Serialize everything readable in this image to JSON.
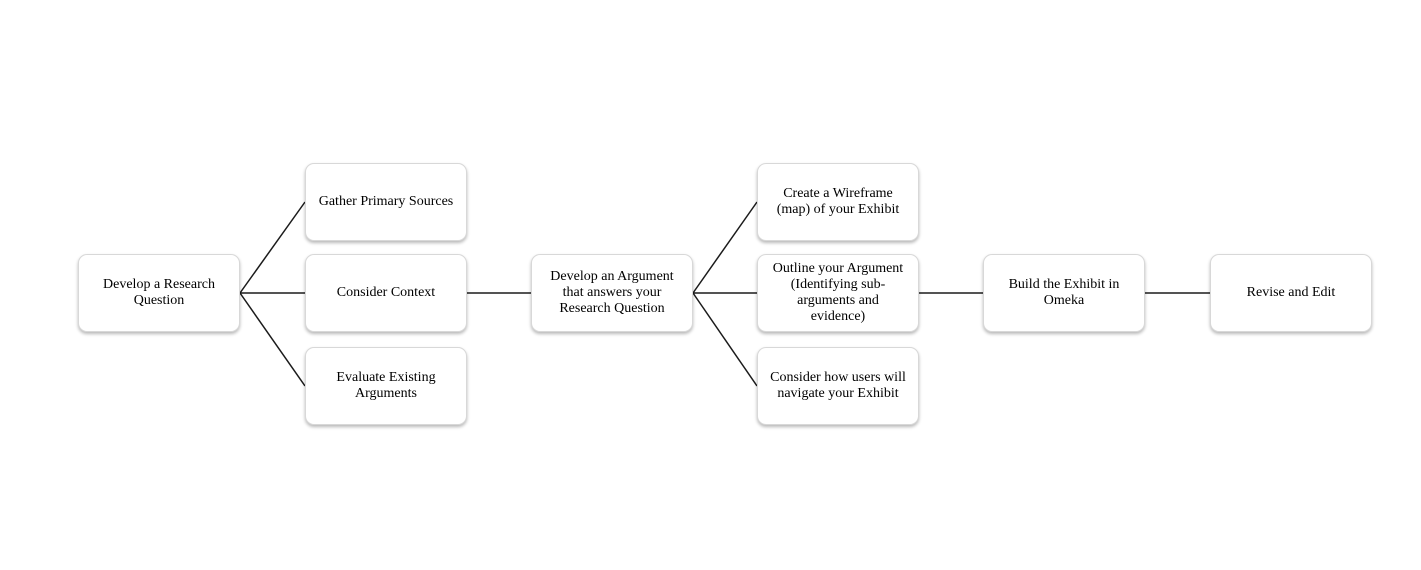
{
  "diagram": {
    "nodes": [
      {
        "id": "develop-research-question",
        "label": "Develop a Research\nQuestion"
      },
      {
        "id": "gather-primary-sources",
        "label": "Gather Primary Sources"
      },
      {
        "id": "consider-context",
        "label": "Consider Context"
      },
      {
        "id": "evaluate-existing-arguments",
        "label": "Evaluate Existing\nArguments"
      },
      {
        "id": "develop-argument",
        "label": "Develop an Argument\nthat answers your\nResearch Question"
      },
      {
        "id": "create-wireframe",
        "label": "Create a Wireframe\n(map) of your Exhibit"
      },
      {
        "id": "outline-argument",
        "label": "Outline your Argument\n(Identifying sub-\narguments and\nevidence)"
      },
      {
        "id": "consider-user-navigation",
        "label": "Consider how users will\nnavigate your Exhibit"
      },
      {
        "id": "build-exhibit-omeka",
        "label": "Build the Exhibit in\nOmeka"
      },
      {
        "id": "revise-and-edit",
        "label": "Revise and Edit"
      }
    ],
    "edges": [
      {
        "from": "develop-research-question",
        "to": "gather-primary-sources"
      },
      {
        "from": "develop-research-question",
        "to": "consider-context"
      },
      {
        "from": "develop-research-question",
        "to": "evaluate-existing-arguments"
      },
      {
        "from": "consider-context",
        "to": "develop-argument"
      },
      {
        "from": "develop-argument",
        "to": "create-wireframe"
      },
      {
        "from": "develop-argument",
        "to": "outline-argument"
      },
      {
        "from": "develop-argument",
        "to": "consider-user-navigation"
      },
      {
        "from": "outline-argument",
        "to": "build-exhibit-omeka"
      },
      {
        "from": "build-exhibit-omeka",
        "to": "revise-and-edit"
      }
    ],
    "colors": {
      "background": "#ffffff",
      "node_fill": "#ffffff",
      "node_border": "#d8d8d8",
      "connector": "#1b1b1b",
      "text": "#000000"
    }
  }
}
